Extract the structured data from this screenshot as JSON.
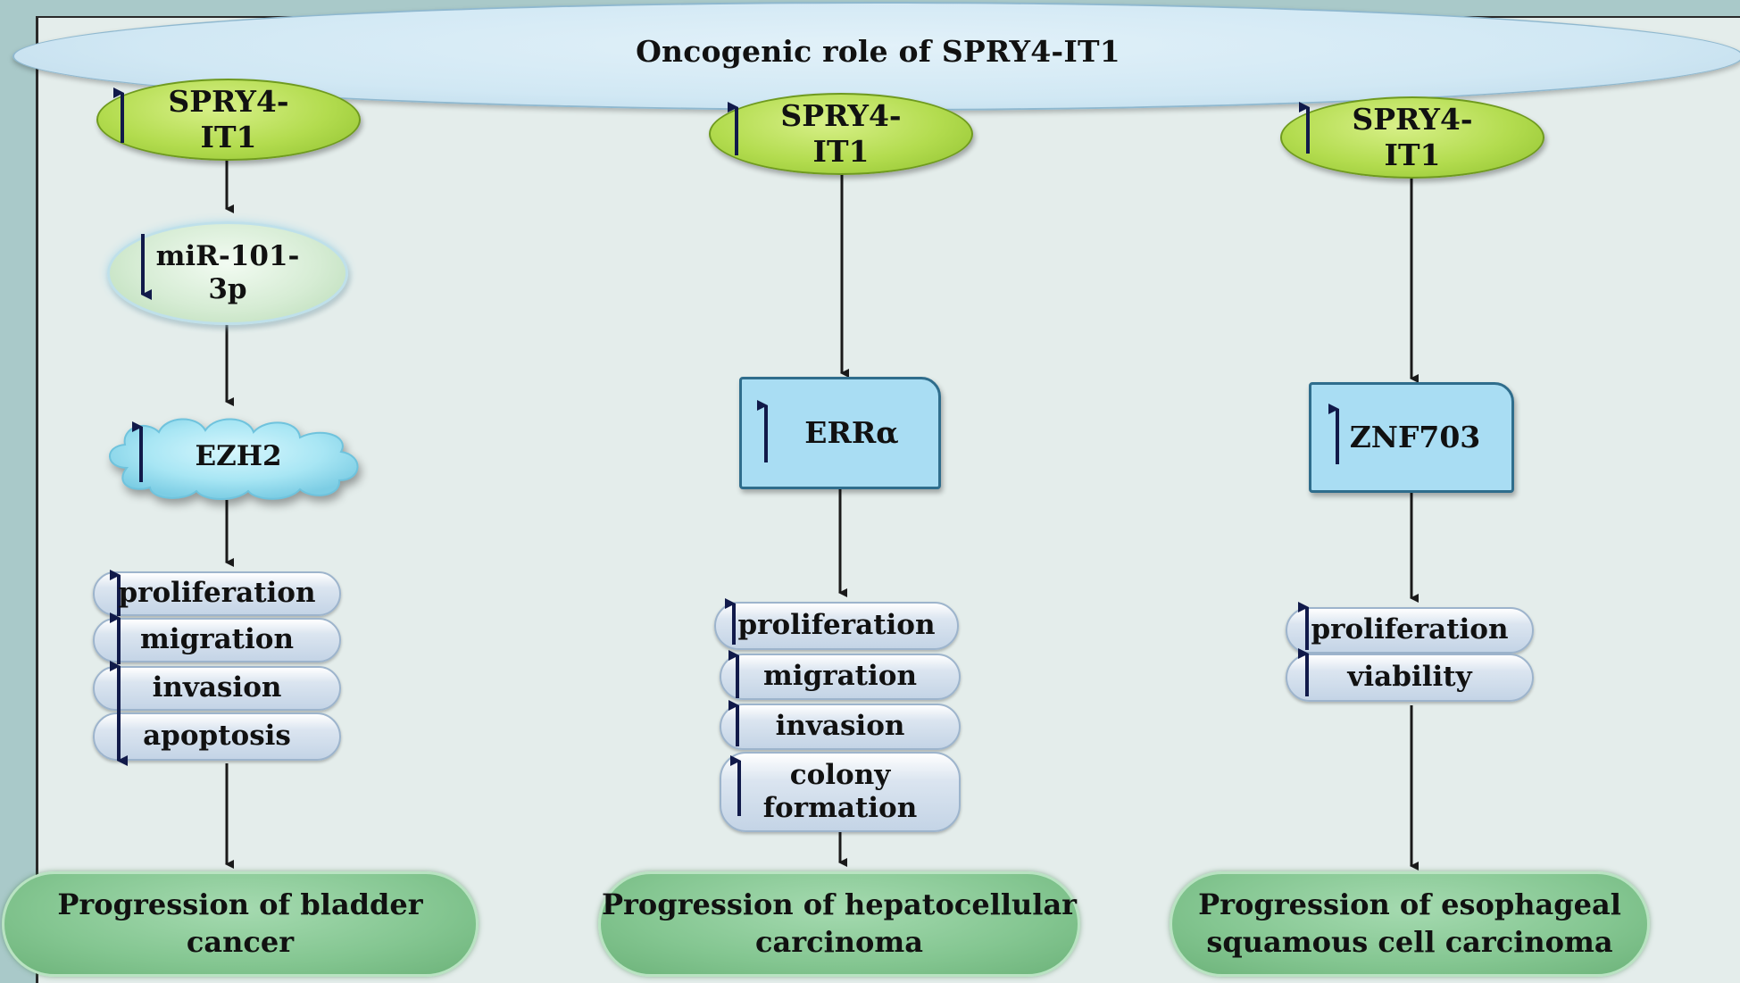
{
  "title": "Oncogenic role of SPRY4-IT1",
  "columns": [
    {
      "id": "bladder",
      "source": "SPRY4-\nIT1",
      "intermediates": [
        "miR-101-\n3p",
        "EZH2"
      ],
      "effects": [
        "proliferation",
        "migration",
        "invasion",
        "apoptosis"
      ],
      "outcome": "Progression of bladder\ncancer"
    },
    {
      "id": "hepatocellular",
      "source": "SPRY4-\nIT1",
      "intermediates": [
        "ERRα"
      ],
      "effects": [
        "proliferation",
        "migration",
        "invasion",
        "colony\nformation"
      ],
      "outcome": "Progression of hepatocellular\ncarcinoma"
    },
    {
      "id": "esophageal",
      "source": "SPRY4-\nIT1",
      "intermediates": [
        "ZNF703"
      ],
      "effects": [
        "proliferation",
        "viability"
      ],
      "outcome": "Progression of esophageal\nsquamous cell carcinoma"
    }
  ],
  "regulation": {
    "up": "arrow-up-icon",
    "down": "arrow-down-icon",
    "source_nodes": [
      "up",
      "up",
      "up"
    ],
    "mir_101_3p": "down",
    "ezh2": "up",
    "erra": "up",
    "znf703": "up",
    "bladder_effects": [
      "up",
      "up",
      "up",
      "down"
    ],
    "hepatocellular_effects": [
      "up",
      "up",
      "up",
      "up"
    ],
    "esophageal_effects": [
      "up",
      "up"
    ]
  },
  "colors": {
    "background": "#e4edeb",
    "source_node": "#b3dc4f",
    "mir_node": "#d6ecd4",
    "cloud_node": "#a8e6f4",
    "box_node": "#a9ddf3",
    "effect_pill": "#c4d4e6",
    "outcome_node": "#84c691",
    "arrow": "#111a4a"
  }
}
